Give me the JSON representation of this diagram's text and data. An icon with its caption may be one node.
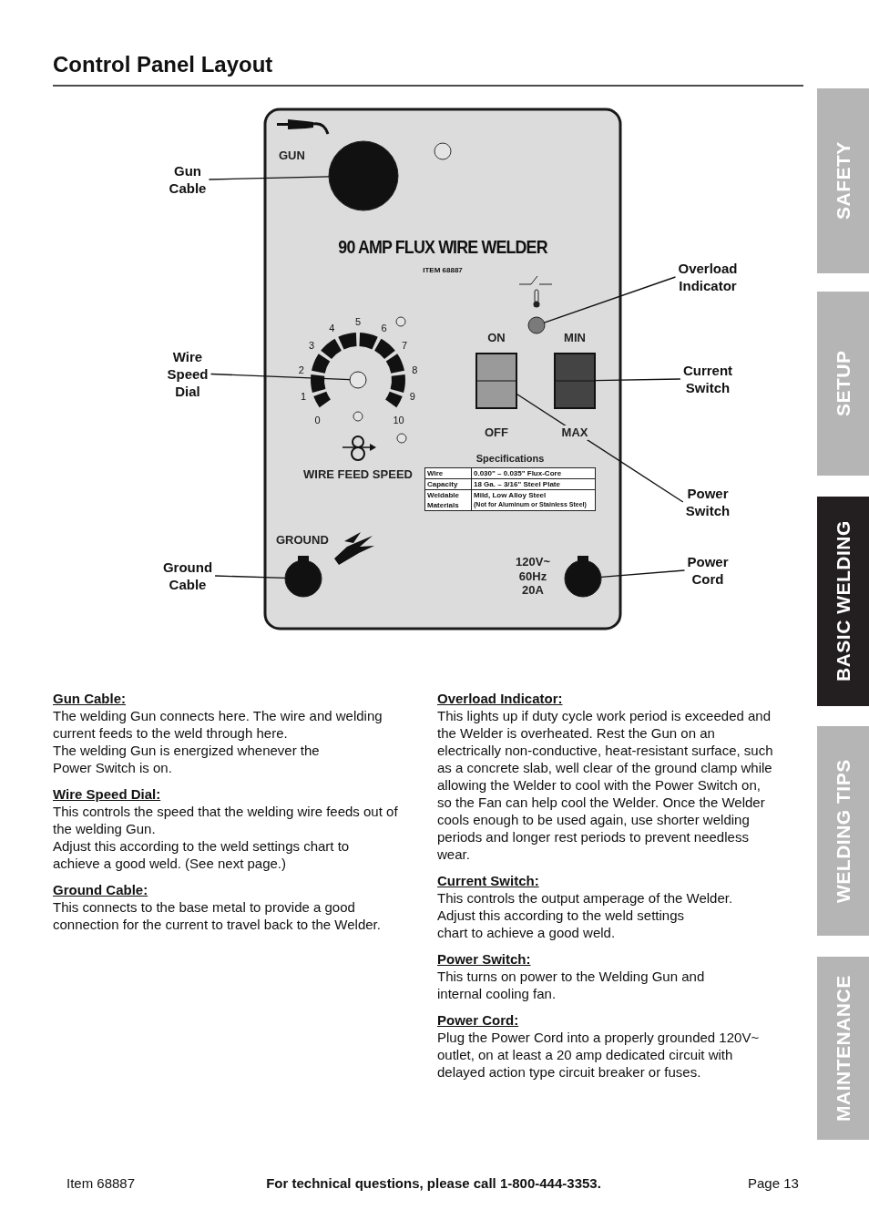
{
  "diagram": {
    "title": "Control Panel Layout",
    "nodes": [
      {
        "text": [
          "Gun Cable"
        ]
      },
      {
        "text": [],
        "shape": "circle"
      },
      {
        "text": [
          "Overload Indicator"
        ]
      },
      {
        "text": [],
        "shape": "circle"
      },
      {
        "text": [
          "Wire Speed Dial"
        ]
      },
      {
        "text": [],
        "shape": "circle"
      },
      {
        "text": [
          "Current Switch"
        ]
      },
      {
        "text": [],
        "shape": "box"
      },
      {
        "text": [
          "Power Switch"
        ]
      },
      {
        "text": [],
        "shape": "box"
      },
      {
        "text": [
          "Ground Cable"
        ]
      },
      {
        "text": [],
        "shape": "circle"
      },
      {
        "text": [
          "Power Cord"
        ]
      },
      {
        "text": [],
        "shape": "circle"
      }
    ],
    "edges": [
      {
        "from": 0,
        "to": 1,
        "arrow": "none"
      },
      {
        "from": 2,
        "to": 3,
        "arrow": "none"
      },
      {
        "from": 4,
        "to": 5,
        "arrow": "none"
      },
      {
        "from": 6,
        "to": 9,
        "arrow": "none"
      },
      {
        "from": 8,
        "to": 7,
        "arrow": "none"
      },
      {
        "from": 10,
        "to": 11,
        "arrow": "none"
      },
      {
        "from": 12,
        "to": 13,
        "arrow": "none"
      }
    ],
    "labels": [
      "GUN",
      "90 AMP FLUX WIRE WELDER",
      "ITEM 68887",
      "5",
      "4",
      "6",
      "3",
      "7",
      "2",
      "8",
      "1",
      "9",
      "0",
      "10",
      "ON",
      "MIN",
      "OFF",
      "MAX",
      "WIRE FEED SPEED",
      "Specifications",
      "Wire",
      "0.030\" – 0.035\" Flux-Core",
      "Capacity",
      "18 Ga. – 3/16\" Steel Plate",
      "Weldable Materials",
      "Mild, Low Alloy Steel",
      "(Not for Aluminum or Stainless Steel)",
      "GROUND",
      "120V~ 60Hz 20A",
      "Gun Cable:",
      "The welding Gun connects here. The wire and welding current feeds to the weld through here.",
      "The welding Gun is energized whenever the Power Switch is on.",
      "Wire Speed Dial:",
      "This controls the speed that the welding wire feeds out of the welding Gun.",
      "Adjust this according to the weld settings chart to achieve a good weld. (See next page.)",
      "Ground Cable:",
      "This connects to the base metal to provide a good connection for the current to travel back to the Welder.",
      "Overload Indicator:",
      "This lights up if duty cycle work period is exceeded and the Welder is overheated. Rest the Gun on an electrically non-conductive, heat-resistant surface, such as a concrete slab, well clear of the ground clamp while allowing the Welder to cool with the Power Switch on, so the Fan can help cool the Welder. Once the Welder cools enough to be used again, use shorter welding periods and longer rest periods to prevent needless wear.",
      "Current Switch:",
      "This controls the output amperage of the Welder.",
      "Adjust this according to the weld settings chart to achieve a good weld.",
      "Power Switch:",
      "This turns on power to the Welding Gun and internal cooling fan.",
      "Power Cord:",
      "Plug the Power Cord into a properly grounded 120V~ outlet, on at least a 20 amp dedicated circuit with delayed action type circuit breaker or fuses.",
      "SAFETY",
      "SETUP",
      "BASIC WELDING",
      "WELDING TIPS",
      "MAINTENANCE",
      "Item 68887",
      "For technical questions, please call 1-800-444-3353.",
      "Page 13"
    ]
  }
}
